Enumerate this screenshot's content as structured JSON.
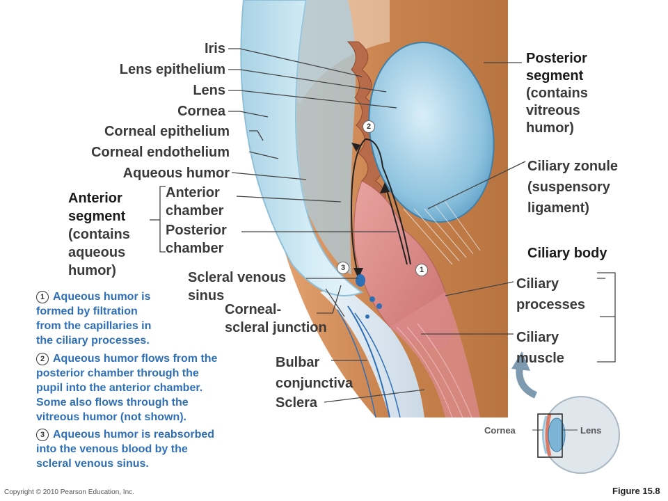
{
  "labels": {
    "iris": "Iris",
    "lens_epithelium": "Lens epithelium",
    "lens": "Lens",
    "cornea": "Cornea",
    "corneal_epithelium": "Corneal epithelium",
    "corneal_endothelium": "Corneal endothelium",
    "aqueous_humor": "Aqueous humor",
    "anterior_segment": [
      "Anterior",
      "segment",
      "(contains",
      "aqueous",
      "humor)"
    ],
    "anterior_chamber": [
      "Anterior",
      "chamber"
    ],
    "posterior_chamber": [
      "Posterior",
      "chamber"
    ],
    "scleral_venous_sinus": [
      "Scleral venous",
      "sinus"
    ],
    "corneal_scleral_junction": [
      "Corneal-",
      "scleral junction"
    ],
    "bulbar_conjunctiva": [
      "Bulbar",
      "conjunctiva"
    ],
    "sclera": "Sclera",
    "posterior_segment": [
      "Posterior",
      "segment",
      "(contains",
      "vitreous",
      "humor)"
    ],
    "ciliary_zonule": [
      "Ciliary zonule",
      "(suspensory",
      "ligament)"
    ],
    "ciliary_body": "Ciliary body",
    "ciliary_processes": [
      "Ciliary",
      "processes"
    ],
    "ciliary_muscle": [
      "Ciliary",
      "muscle"
    ],
    "inset_cornea": "Cornea",
    "inset_lens": "Lens"
  },
  "badges": [
    "1",
    "2",
    "3"
  ],
  "notes": [
    {
      "num": "1",
      "lines": [
        "Aqueous humor is",
        "formed by filtration",
        "from the capillaries in",
        "the ciliary processes."
      ]
    },
    {
      "num": "2",
      "lines": [
        "Aqueous humor flows from the",
        "posterior chamber through the",
        "pupil into the anterior chamber.",
        "Some also flows through the",
        "vitreous humor (not shown)."
      ]
    },
    {
      "num": "3",
      "lines": [
        "Aqueous humor is reabsorbed",
        "into the venous blood by the",
        "scleral venous sinus."
      ]
    }
  ],
  "footer": {
    "copyright": "Copyright © 2010 Pearson Education, Inc.",
    "figure": "Figure 15.8"
  },
  "colors": {
    "vitreous": "#c27a47",
    "cornea": "#bfe0ec",
    "ciliary": "#d98a88",
    "sclera": "#dce8f2",
    "vein": "#2f6fb5",
    "note_text": "#2f6fb5"
  }
}
